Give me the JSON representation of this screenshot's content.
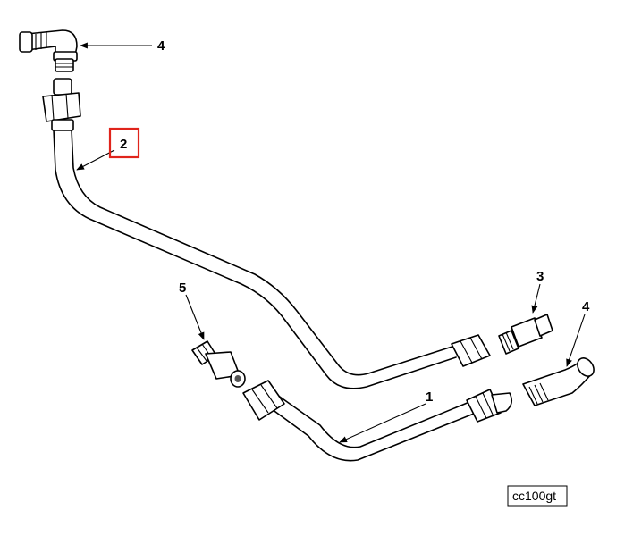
{
  "callouts": {
    "elbow_top": "4",
    "tube_upper": "2",
    "adapter_right": "3",
    "elbow_right": "4",
    "fitting_left": "5",
    "tube_lower": "1"
  },
  "reference_code": "cc100gt",
  "colors": {
    "highlight": "#e0241b",
    "ink": "#000000",
    "paper": "#ffffff"
  }
}
